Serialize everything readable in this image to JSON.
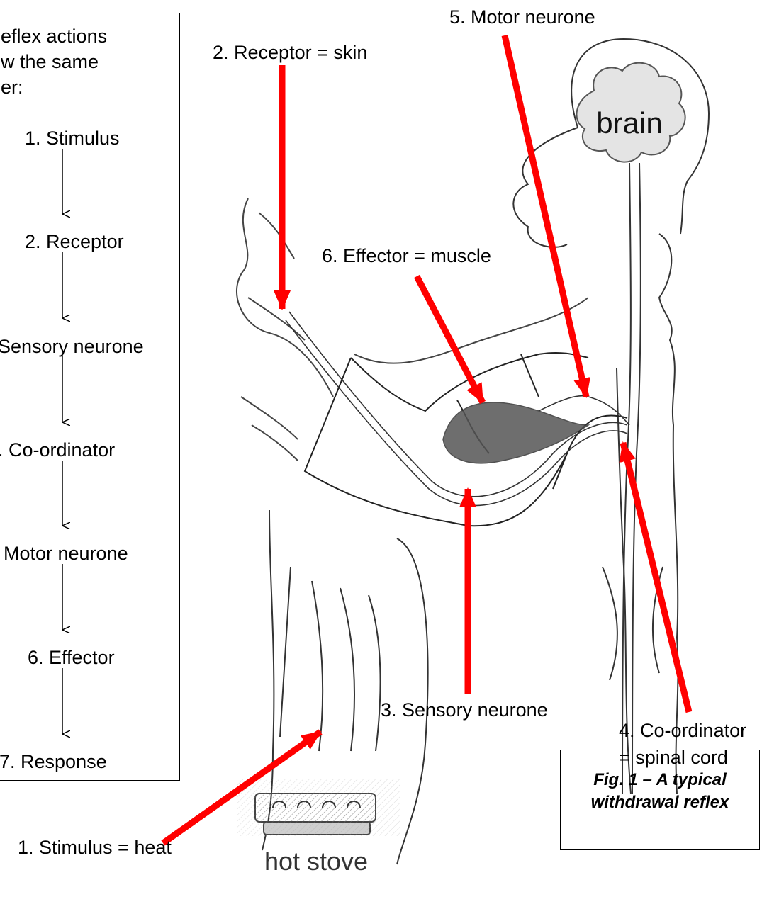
{
  "intro": [
    "eflex actions",
    "w the same",
    "er:"
  ],
  "flow_steps": [
    "1. Stimulus",
    "2. Receptor",
    "Sensory neurone",
    ". Co-ordinator",
    "Motor neurone",
    "6. Effector",
    "7. Response"
  ],
  "labels": {
    "receptor": "2. Receptor = skin",
    "motor": "5. Motor neurone",
    "effector": "6. Effector = muscle",
    "sensory": "3. Sensory neurone",
    "coordinator_1": "4. Co-ordinator",
    "coordinator_2": "= spinal cord",
    "stimulus": "1.   Stimulus = heat"
  },
  "drawing": {
    "brain": "brain",
    "stove": "hot stove"
  },
  "caption": [
    "Fig. 1 – A typical",
    "withdrawal reflex"
  ],
  "colors": {
    "arrow": "#ff0000",
    "ink": "#000000",
    "muscle": "#555555"
  }
}
